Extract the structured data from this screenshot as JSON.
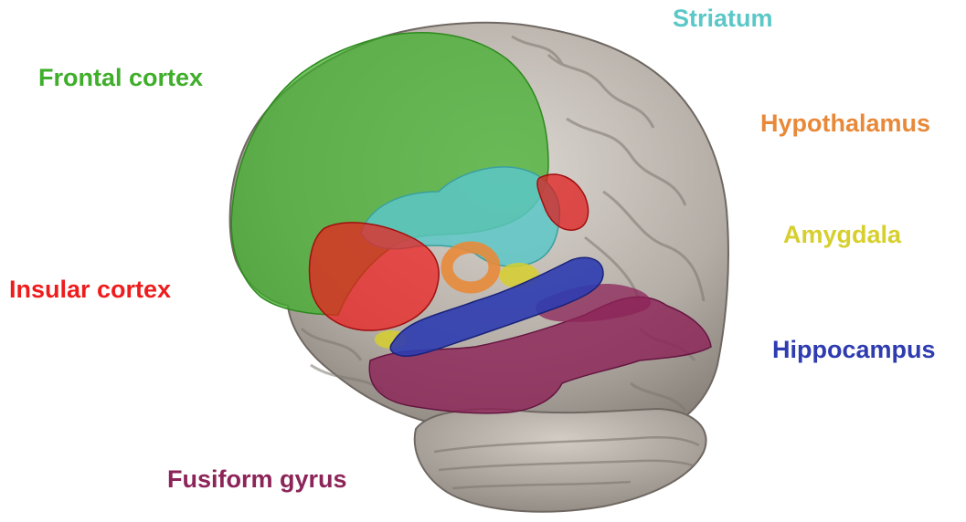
{
  "labels": {
    "frontal_cortex": "Frontal cortex",
    "striatum": "Striatum",
    "hypothalamus": "Hypothalamus",
    "amygdala": "Amygdala",
    "insular_cortex": "Insular cortex",
    "hippocampus": "Hippocampus",
    "fusiform_gyrus": "Fusiform gyrus"
  },
  "colors": {
    "frontal_cortex": "#3fae2a",
    "striatum": "#5cc7c7",
    "hypothalamus": "#e8893a",
    "amygdala": "#d6cf2e",
    "insular_cortex": "#ee1c1c",
    "hippocampus": "#2e3cb0",
    "fusiform_gyrus": "#8c2458",
    "brain_surface": "#b4ada6"
  }
}
